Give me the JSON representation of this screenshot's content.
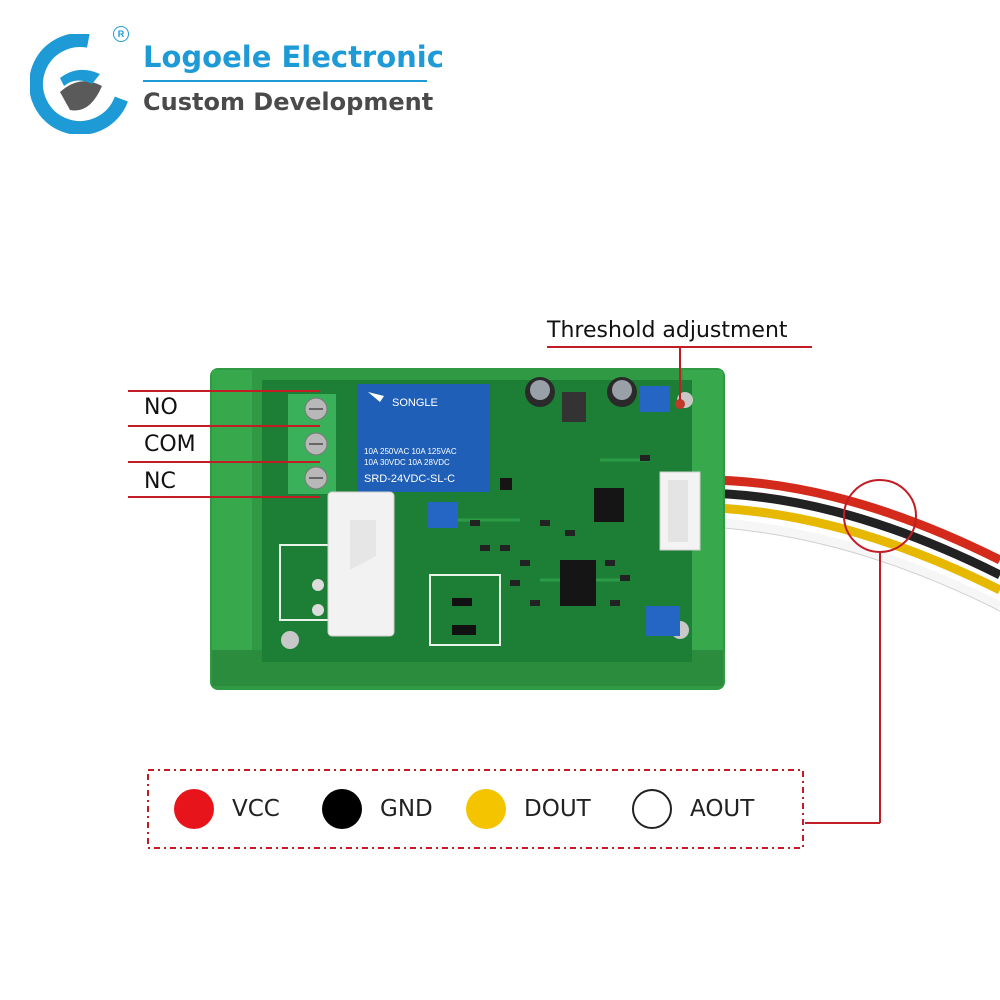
{
  "brand": {
    "name": "Logoele Electronic",
    "tagline": "Custom Development",
    "registered_mark": "R",
    "color": "#1e9ad6"
  },
  "annotations": {
    "threshold": "Threshold adjustment",
    "terminals": [
      "NO",
      "COM",
      "NC"
    ]
  },
  "relay": {
    "brand": "SONGLE",
    "ratings_line1": "10A 250VAC  10A 125VAC",
    "ratings_line2": "10A  30VDC  10A  28VDC",
    "model": "SRD-24VDC-SL-C"
  },
  "legend": [
    {
      "label": "VCC",
      "color": "#e8141b"
    },
    {
      "label": "GND",
      "color": "#000000"
    },
    {
      "label": "DOUT",
      "color": "#f5c400"
    },
    {
      "label": "AOUT",
      "color": "#ffffff"
    }
  ],
  "colors": {
    "pcb": "#1f8a3a",
    "enclosure": "#3aa54b",
    "callout": "#c21d24"
  }
}
